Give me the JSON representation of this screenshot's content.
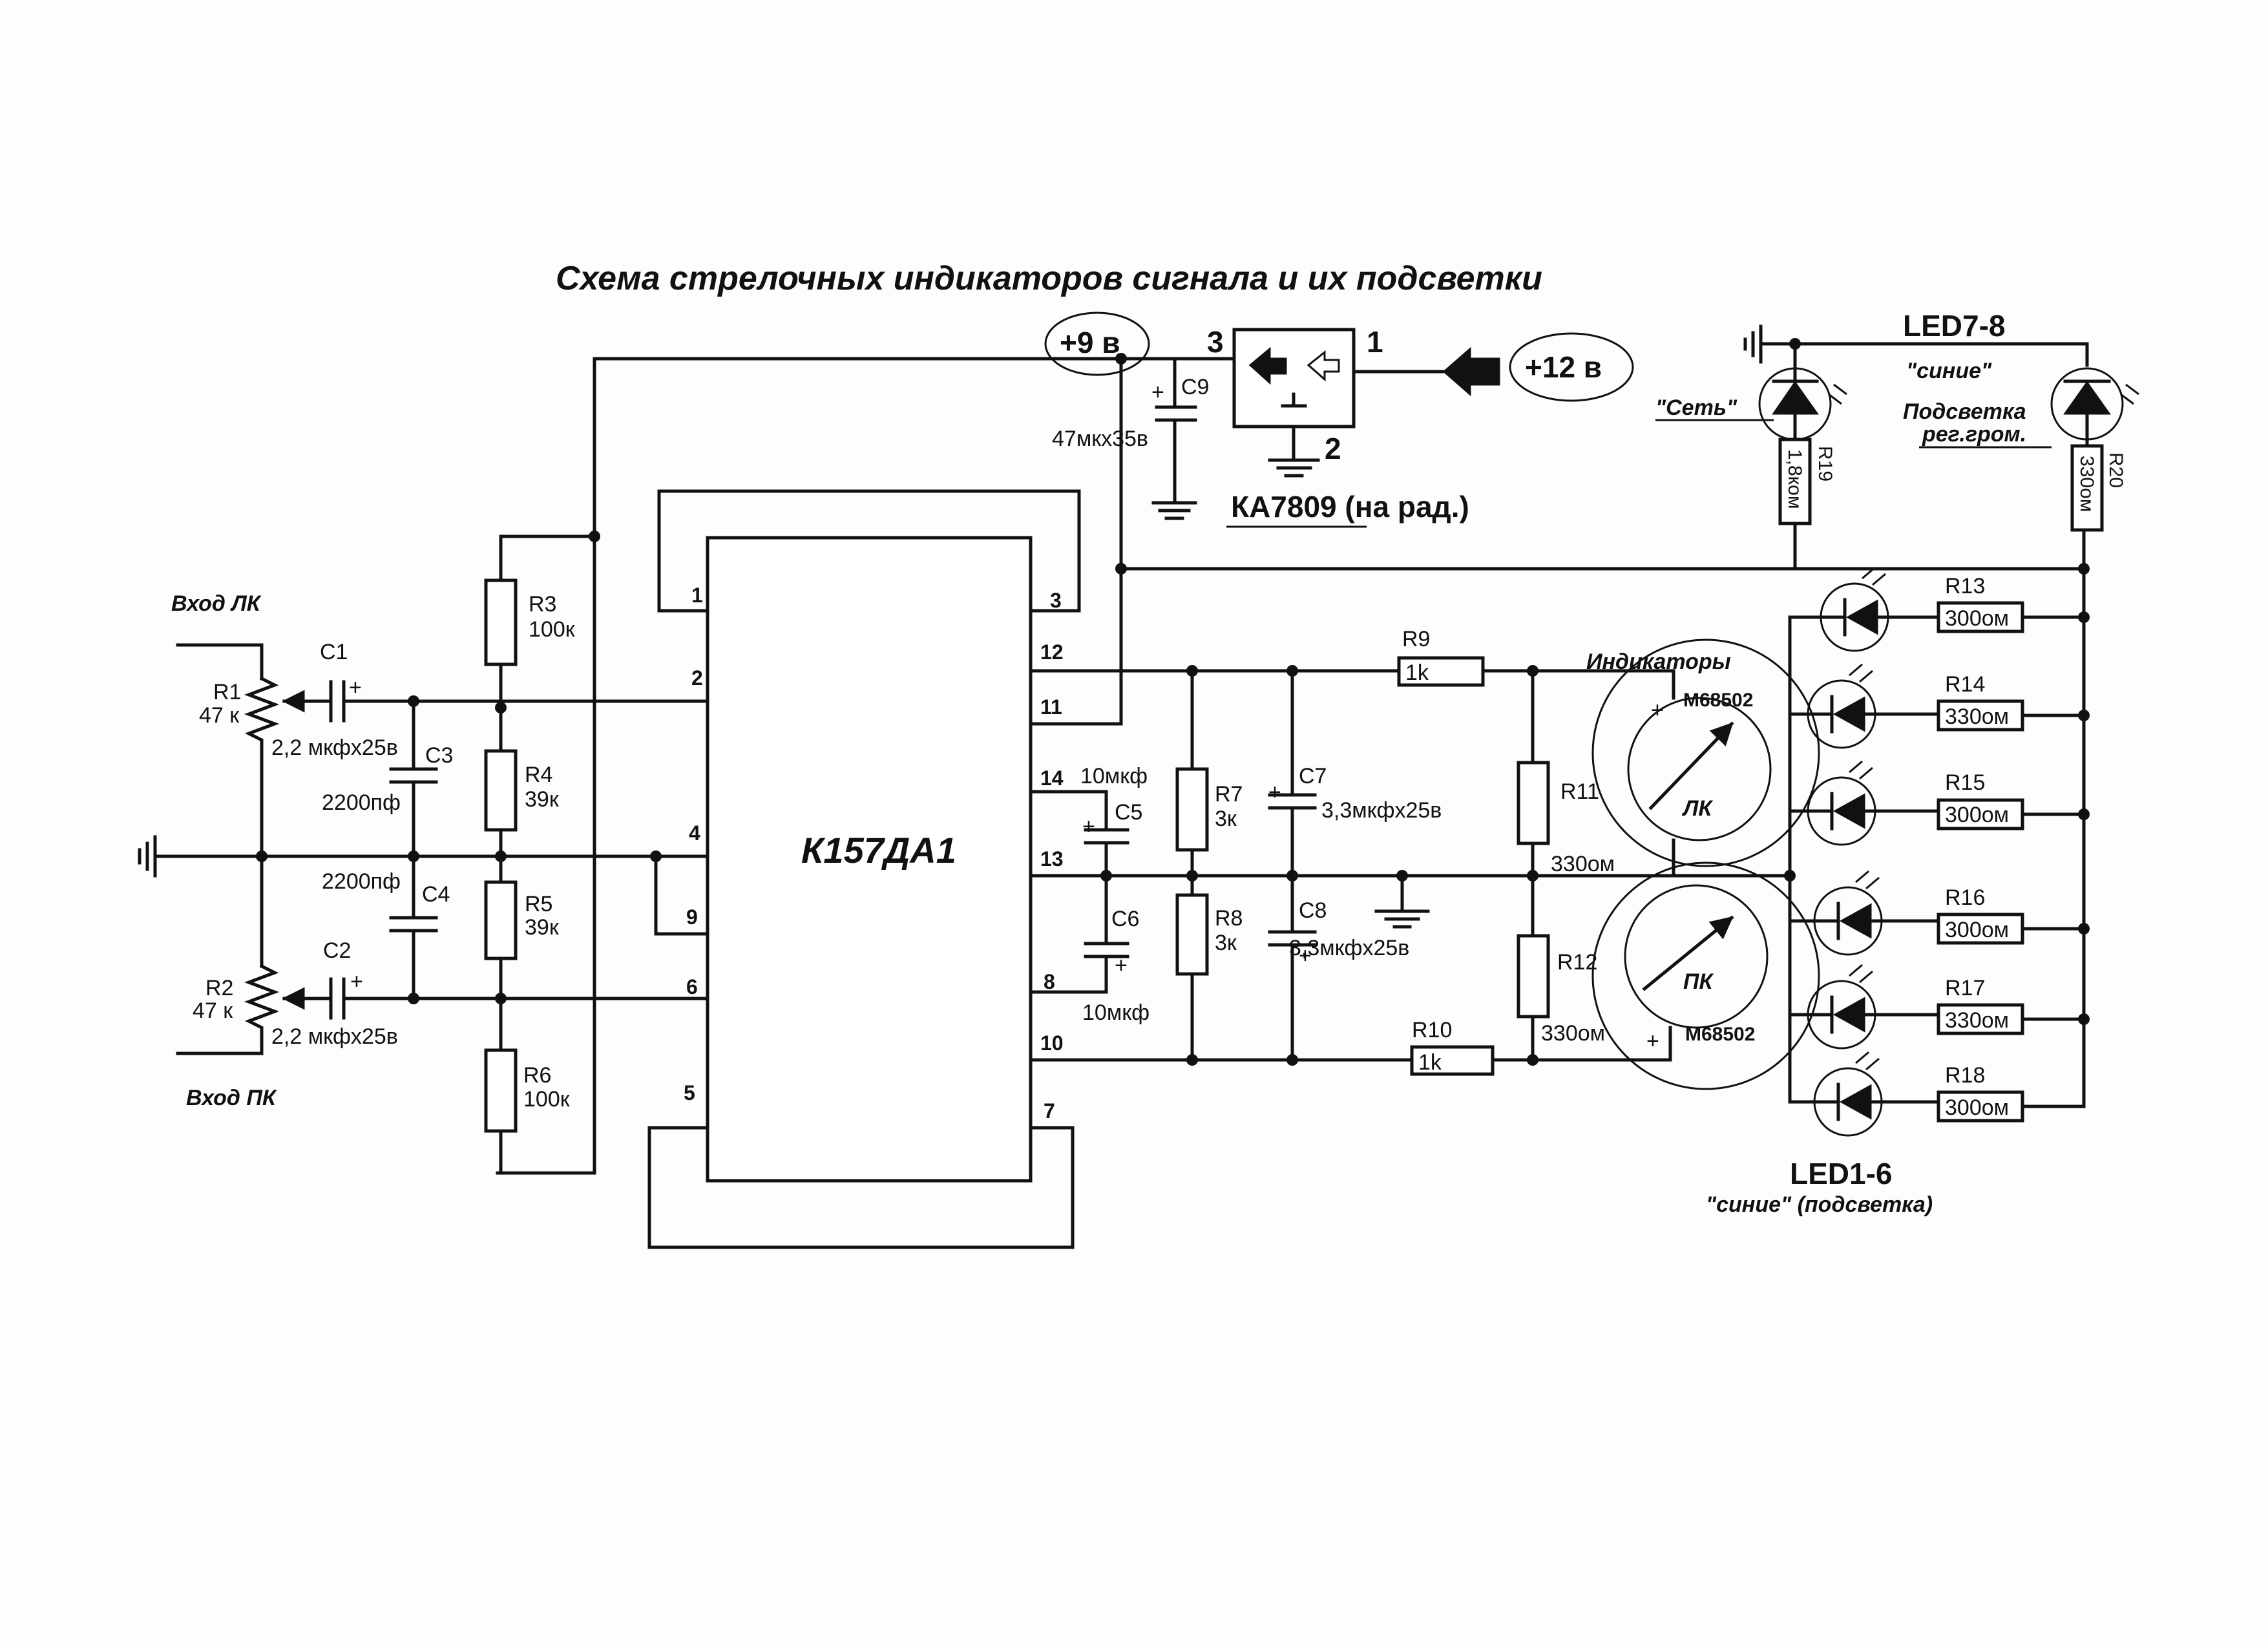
{
  "title": "Схема стрелочных индикаторов сигнала и их подсветки",
  "chip": {
    "name": "К157ДА1",
    "pins": [
      "1",
      "2",
      "4",
      "9",
      "6",
      "5",
      "3",
      "12",
      "11",
      "14",
      "13",
      "8",
      "10",
      "7"
    ]
  },
  "regulator": {
    "name": "КА7809 (на рад.)",
    "pin_in": "1",
    "pin_out": "3",
    "pin_gnd": "2"
  },
  "supply": {
    "v9": "+9 в",
    "v12": "+12 в"
  },
  "inputs": {
    "left": "Вход ЛК",
    "right": "Вход ПК"
  },
  "components": {
    "R1": {
      "ref": "R1",
      "value": "47 к"
    },
    "R2": {
      "ref": "R2",
      "value": "47 к"
    },
    "R3": {
      "ref": "R3",
      "value": "100к"
    },
    "R4": {
      "ref": "R4",
      "value": "39к"
    },
    "R5": {
      "ref": "R5",
      "value": "39к"
    },
    "R6": {
      "ref": "R6",
      "value": "100к"
    },
    "R7": {
      "ref": "R7",
      "value": "3к"
    },
    "R8": {
      "ref": "R8",
      "value": "3к"
    },
    "R9": {
      "ref": "R9",
      "value": "1k"
    },
    "R10": {
      "ref": "R10",
      "value": "1k"
    },
    "R11": {
      "ref": "R11",
      "value": "330ом"
    },
    "R12": {
      "ref": "R12",
      "value": "330ом"
    },
    "R13": {
      "ref": "R13",
      "value": "300ом"
    },
    "R14": {
      "ref": "R14",
      "value": "330ом"
    },
    "R15": {
      "ref": "R15",
      "value": "300ом"
    },
    "R16": {
      "ref": "R16",
      "value": "300ом"
    },
    "R17": {
      "ref": "R17",
      "value": "330ом"
    },
    "R18": {
      "ref": "R18",
      "value": "300ом"
    },
    "R19": {
      "ref": "R19",
      "value": "1,8ком"
    },
    "R20": {
      "ref": "R20",
      "value": "330ом"
    },
    "C1": {
      "ref": "C1",
      "value": "2,2 мкфх25в"
    },
    "C2": {
      "ref": "C2",
      "value": "2,2 мкфх25в"
    },
    "C3": {
      "ref": "C3",
      "value": "2200пф"
    },
    "C4": {
      "ref": "C4",
      "value": "2200пф"
    },
    "C5": {
      "ref": "C5",
      "value": "10мкф"
    },
    "C6": {
      "ref": "C6",
      "value": "10мкф"
    },
    "C7": {
      "ref": "C7",
      "value": "3,3мкфх25в"
    },
    "C8": {
      "ref": "C8",
      "value": "3,3мкфх25в"
    },
    "C9": {
      "ref": "C9",
      "value": "47мкх35в"
    }
  },
  "meters": {
    "caption": "Индикаторы",
    "left": {
      "model": "М68502",
      "label": "ЛК"
    },
    "right": {
      "model": "М68502",
      "label": "ПК"
    }
  },
  "leds": {
    "group1": {
      "name": "LED1-6",
      "note": "\"синие\" (подсветка)"
    },
    "group2": {
      "name": "LED7-8",
      "color": "\"синие\"",
      "note1": "Подсветка",
      "note2": "рег.гром."
    },
    "mains": "\"Сеть\""
  },
  "plus": "+"
}
